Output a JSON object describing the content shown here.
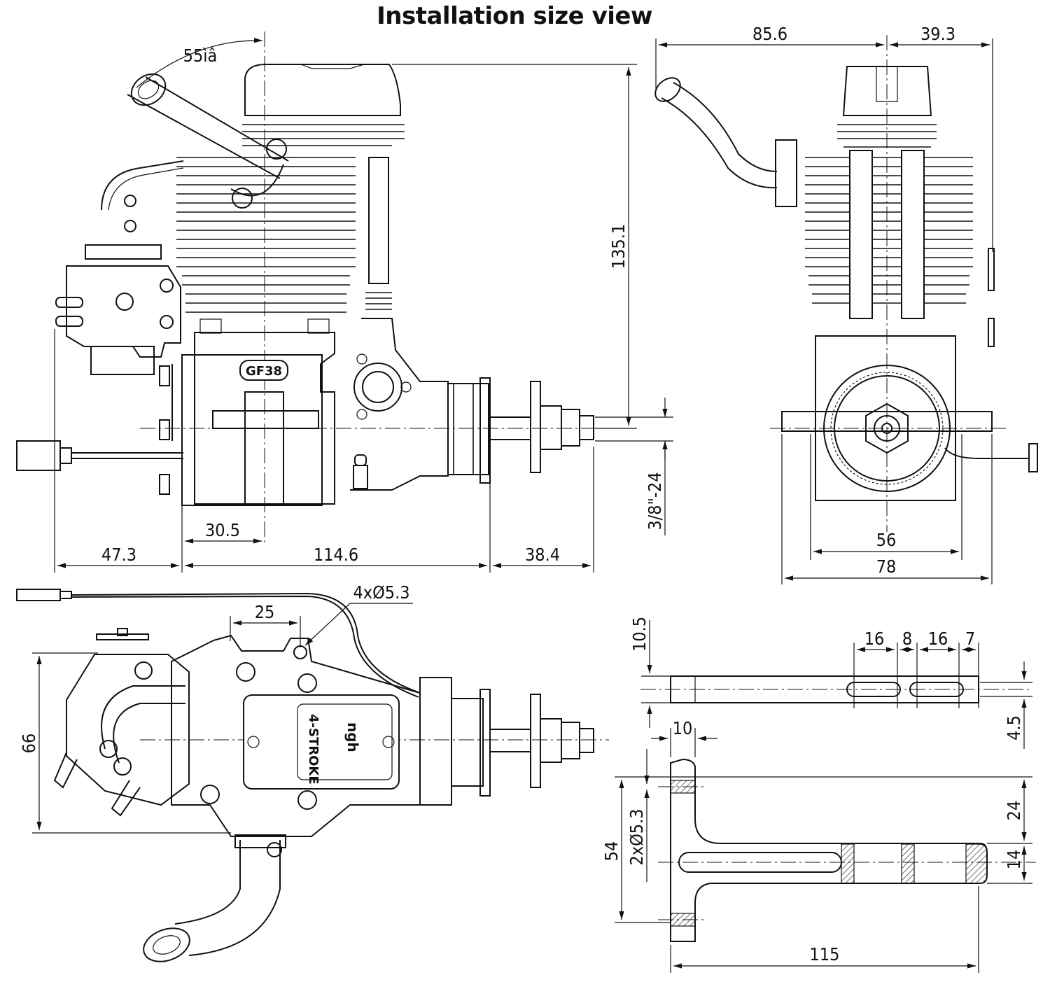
{
  "title": "Installation size view",
  "side_view": {
    "angle_label": "55ìâ",
    "height_label": "135.1",
    "thread_label": "3/8\"-24",
    "dims": {
      "a": "47.3",
      "b": "114.6",
      "c": "38.4",
      "d": "30.5"
    },
    "engine_badge": "GF38"
  },
  "front_view": {
    "dims": {
      "top_left": "85.6",
      "top_right": "39.3",
      "inner_width": "56",
      "outer_width": "78"
    }
  },
  "top_view": {
    "dims": {
      "spacing": "25",
      "holes": "4xØ5.3",
      "height": "66"
    },
    "cover_text_1": "4-STROKE",
    "cover_text_2": "ngh"
  },
  "bracket_view": {
    "dims": {
      "slot_a": "16",
      "slot_gap": "8",
      "slot_b": "16",
      "slot_end": "7",
      "thickness": "10.5",
      "slot_width": "4.5",
      "flange": "10",
      "holes": "2xØ5.3",
      "height": "54",
      "upper": "24",
      "lower": "14",
      "length": "115"
    }
  }
}
